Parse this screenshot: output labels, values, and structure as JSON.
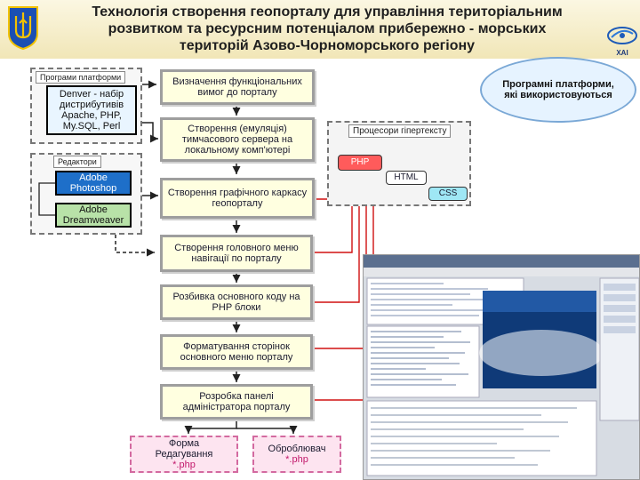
{
  "title": {
    "line1": "Технологія створення геопорталу для управління територіальним",
    "line2": "розвитком та ресурсним потенціалом прибережно - морських",
    "line3": "територій Азово-Чорноморського регіону"
  },
  "logo": {
    "caption": "ХАІ"
  },
  "callout": {
    "text": "Програмні платформи, які використовуються"
  },
  "platforms": {
    "label": "Програми платформи",
    "denver": "Denver - набір дистрибутивів Apache, PHP, My.SQL, Perl"
  },
  "editors": {
    "label": "Редактори",
    "photoshop": "Adobe Photoshop",
    "dreamweaver": "Adobe Dreamweaver"
  },
  "processors": {
    "label": "Процесори гіпертексту",
    "php": "PHP",
    "html": "HTML",
    "css": "CSS"
  },
  "steps": [
    "Визначення функціональних вимог до порталу",
    "Створення (емуляція) тимчасового сервера на локальному комп'ютері",
    "Створення графічного каркасу геопорталу",
    "Створення головного меню навігації по порталу",
    "Розбивка основного коду на PHP блоки",
    "Форматування сторінок основного меню порталу",
    "Розробка панелі адміністратора порталу"
  ],
  "outputs": {
    "form": {
      "line1": "Форма",
      "line2": "Редагування",
      "ext": "*.php"
    },
    "handler": {
      "line1": "Оброблювач",
      "ext": "*.php"
    }
  },
  "colors": {
    "step_fill": "#ffffe0",
    "tool_blue": "#1e6fc9",
    "tool_green": "#b8e2a8",
    "php_fill": "#ff5b5b",
    "html_fill": "#ffffff",
    "css_fill": "#9fe7f5",
    "output_fill": "#fde4f0",
    "arrow_red": "#d01010",
    "arrow_black": "#222222"
  },
  "icons": [
    "coat-of-arms-icon",
    "university-logo-icon"
  ]
}
